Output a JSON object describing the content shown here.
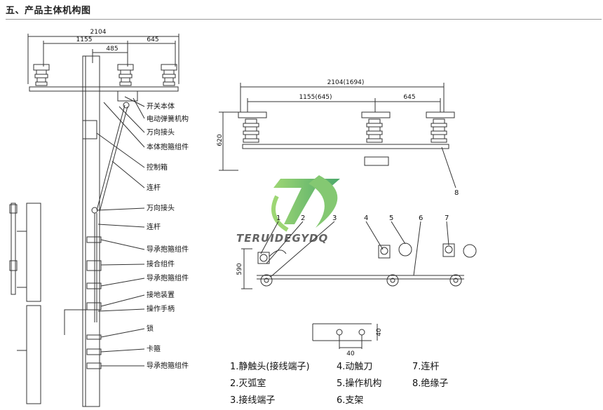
{
  "header": {
    "title": "五、产品主体机构图"
  },
  "watermark": {
    "text": "TERUIDEGYDQ"
  },
  "left_dims": {
    "overall": "2104",
    "left": "1155",
    "mid": "485",
    "right": "645"
  },
  "left_labels": [
    "开关本体",
    "电动弹簧机构",
    "万向接头",
    "本体抱箍组件",
    "控制箱",
    "连杆",
    "万向接头",
    "连杆",
    "导承抱箍组件",
    "接合组件",
    "导承抱箍组件",
    "接地装置",
    "操作手柄",
    "锁",
    "卡箍",
    "导承抱箍组件"
  ],
  "right_top": {
    "overall": "2104(1694)",
    "left": "1155(645)",
    "right": "645",
    "height": "620",
    "callout": "8"
  },
  "right_mid": {
    "numbers": [
      "1",
      "2",
      "3",
      "4",
      "5",
      "6",
      "7"
    ],
    "height": "590"
  },
  "detail": {
    "width": "40",
    "height": "40"
  },
  "legend": [
    "1.静触头(接线端子)",
    "4.动触刀",
    "7.连杆",
    "2.灭弧室",
    "5.操作机构",
    "8.绝缘子",
    "3.接线端子",
    "6.支架"
  ]
}
